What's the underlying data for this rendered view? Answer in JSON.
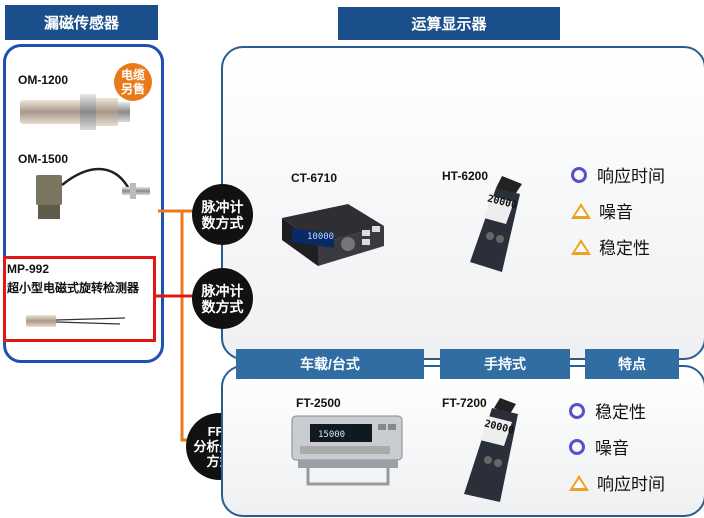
{
  "headers": {
    "left": "漏磁传感器",
    "right": "运算显示器",
    "vehicle": "车载/台式",
    "handheld": "手持式",
    "features": "特点"
  },
  "sensors": {
    "om1200": "OM-1200",
    "om1500": "OM-1500",
    "cable_badge_line1": "电缆",
    "cable_badge_line2": "另售",
    "mp992": "MP-992",
    "mp992_desc": "超小型电磁式旋转检测器"
  },
  "badges": {
    "pulse1_line1": "脉冲计",
    "pulse1_line2": "数方式",
    "pulse2_line1": "脉冲计",
    "pulse2_line2": "数方式",
    "fft_line1": "FFT",
    "fft_line2": "分析处理",
    "fft_line3": "方式"
  },
  "devices": {
    "ct6710": "CT-6710",
    "ht6200": "HT-6200",
    "ft2500": "FT-2500",
    "ft7200": "FT-7200",
    "ct6710_screen": "10000",
    "ht6200_screen": "20000",
    "ft2500_screen": "15000",
    "ft7200_screen": "20000"
  },
  "features_top": [
    {
      "icon": "circle",
      "label": "响应时间"
    },
    {
      "icon": "triangle",
      "label": "噪音"
    },
    {
      "icon": "triangle",
      "label": "稳定性"
    }
  ],
  "features_bottom": [
    {
      "icon": "circle",
      "label": "稳定性"
    },
    {
      "icon": "circle",
      "label": "噪音"
    },
    {
      "icon": "triangle",
      "label": "响应时间"
    }
  ],
  "colors": {
    "header_blue": "#1b4f8c",
    "accent_orange": "#e87a1a",
    "highlight_red": "#e01818",
    "circle_purple": "#5a4fc8",
    "triangle_orange": "#f0a020"
  }
}
